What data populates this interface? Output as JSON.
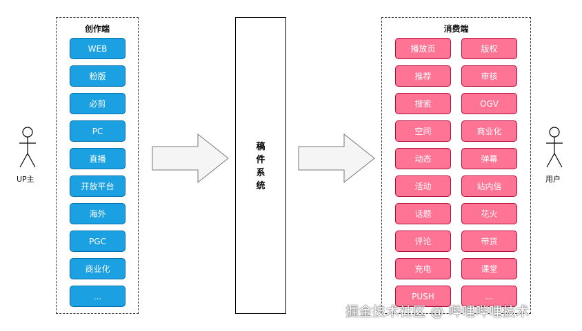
{
  "creator": {
    "title": "创作端",
    "items": [
      "WEB",
      "粉版",
      "必剪",
      "PC",
      "直播",
      "开放平台",
      "海外",
      "PGC",
      "商业化",
      "..."
    ]
  },
  "consumer": {
    "title": "消费端",
    "left_items": [
      "播放页",
      "推荐",
      "搜索",
      "空间",
      "动态",
      "活动",
      "话题",
      "评论",
      "充电",
      "PUSH"
    ],
    "right_items": [
      "版权",
      "审核",
      "OGV",
      "商业化",
      "弹幕",
      "站内信",
      "花火",
      "带货",
      "课堂",
      "..."
    ]
  },
  "system": {
    "label": "稿件系统",
    "lines": [
      "稿",
      "件",
      "系",
      "统"
    ]
  },
  "actors": {
    "left_label": "UP主",
    "right_label": "用户"
  },
  "watermark": "掘金技术社区 @ 哔哩哔哩技术",
  "colors": {
    "creator_fill": "#1ba1e2",
    "consumer_fill": "#ff7394",
    "arrow_fill": "#f5f5f5"
  }
}
